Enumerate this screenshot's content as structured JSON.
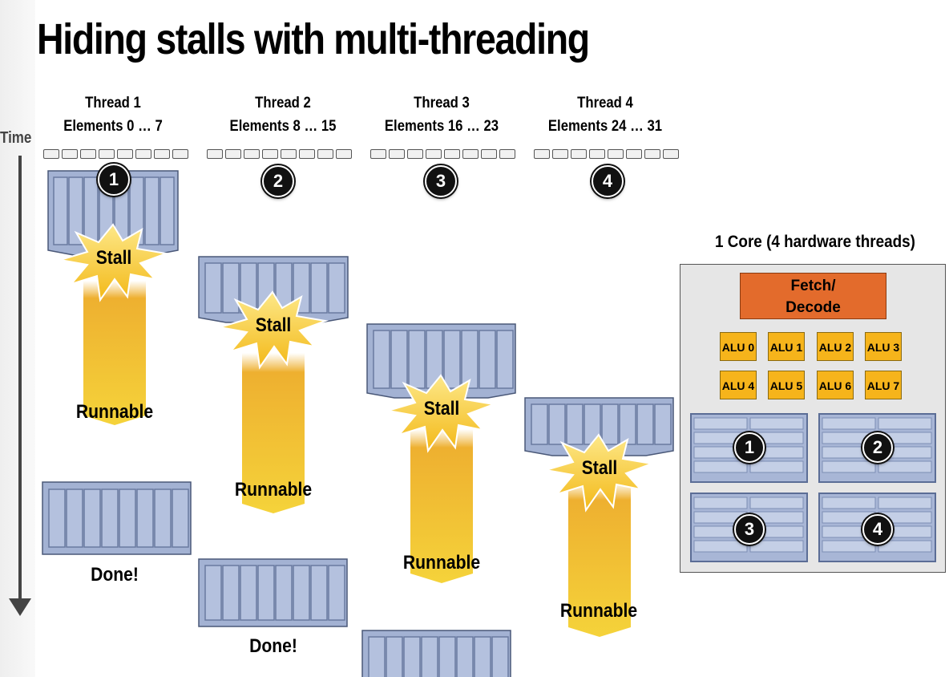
{
  "title": "Hiding stalls with multi-threading",
  "time_label": "Time",
  "threads": [
    {
      "name": "Thread 1",
      "elements": "Elements 0 … 7",
      "number": "1",
      "stall": "Stall",
      "runnable": "Runnable",
      "done": "Done!"
    },
    {
      "name": "Thread 2",
      "elements": "Elements 8 … 15",
      "number": "2",
      "stall": "Stall",
      "runnable": "Runnable",
      "done": "Done!"
    },
    {
      "name": "Thread 3",
      "elements": "Elements 16 … 23",
      "number": "3",
      "stall": "Stall",
      "runnable": "Runnable"
    },
    {
      "name": "Thread 4",
      "elements": "Elements 24 … 31",
      "number": "4",
      "stall": "Stall",
      "runnable": "Runnable"
    }
  ],
  "core": {
    "title": "1 Core (4 hardware threads)",
    "fetch_line1": "Fetch/",
    "fetch_line2": "Decode",
    "alus": [
      "ALU 0",
      "ALU 1",
      "ALU 2",
      "ALU 3",
      "ALU 4",
      "ALU 5",
      "ALU 6",
      "ALU 7"
    ],
    "contexts": [
      "1",
      "2",
      "3",
      "4"
    ]
  },
  "colors": {
    "block_fill": "#a3b2d3",
    "block_border": "#4a5878",
    "fetch_decode": "#e36b2c",
    "alu": "#f6b41b",
    "stall_burst": "#f7c82a",
    "runnable_bar": "#efb52e"
  }
}
